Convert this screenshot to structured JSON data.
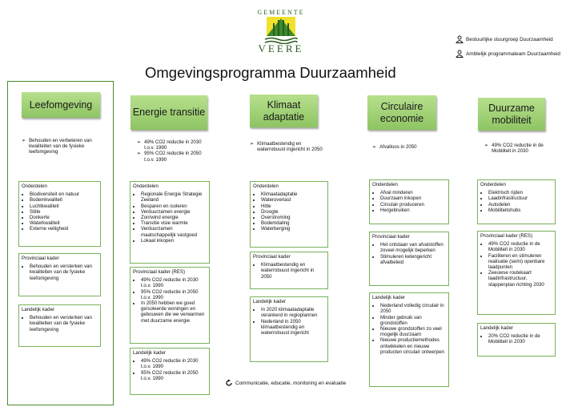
{
  "logo": {
    "top": "GEMEENTE",
    "bottom": "VEERE"
  },
  "title": "Omgevingsprogramma Duurzaamheid",
  "teams": [
    {
      "icon": "person-icon",
      "label": "Bestuurlijke stuurgroep Duurzaamheid"
    },
    {
      "icon": "person-icon",
      "label": "Ambtelijk programmateam Duurzaamheid"
    }
  ],
  "columns": [
    {
      "header": "Leefomgeving",
      "goals": [
        "Behouden en verbeteren van kwaliteiten van de fysieke leefomgeving"
      ],
      "cards": [
        {
          "title": "Onderdelen",
          "items": [
            "Biodiversiteit en natuur",
            "Bodemkwaliteit",
            "Luchtkwaliteit",
            "Stilte",
            "Donkerte",
            "Waterkwaliteit",
            "Externe veiligheid"
          ]
        },
        {
          "title": "Provinciaal kader",
          "items": [
            "Behouden en versterken van kwaliteiten van de fysieke leefomgeving"
          ]
        },
        {
          "title": "Landelijk kader",
          "items": [
            "Behouden en versterken van kwaliteiten van de fysieke leefomgeving"
          ]
        }
      ]
    },
    {
      "header": "Energie transitie",
      "goals": [
        "49% CO2 reductie in 2030 t.o.v. 1990",
        "95% CO2 reductie in 2050 t.o.v. 1990"
      ],
      "cards": [
        {
          "title": "Onderdelen",
          "items": [
            "Regionale Energie Strategie Zeeland",
            "Besparen en isoleren",
            "Verduurzamen energie",
            "Zon/wind energie",
            "Transitie visie warmte",
            "Verduurzamen maatschappelijk vastgoed",
            "Lokaal inkopen"
          ]
        },
        {
          "title": "Provinciaal kader (RES)",
          "items": [
            "49% CO2 reductie in 2030 t.o.v. 1990",
            "95% CO2 reductie in 2050 t.o.v. 1990",
            "In 2050 hebben we goed geïsoleerde woningen en gebouwen die we verwarmen met duurzame energie"
          ]
        },
        {
          "title": "Landelijk kader",
          "items": [
            "49% CO2 reductie in 2030 t.o.v. 1990",
            "95% CO2 reductie in 2050 t.o.v. 1990"
          ]
        }
      ]
    },
    {
      "header": "Klimaat adaptatie",
      "goals": [
        "Klimaatbestendig en waterrobuust ingericht in 2050"
      ],
      "cards": [
        {
          "title": "Onderdelen",
          "items": [
            "Klimaatadaptatie",
            "Wateroverlast",
            "Hitte",
            "Droogte",
            "Overstroming",
            "Bodemdaling",
            "Waterberging"
          ]
        },
        {
          "title": "Provinciaal kader",
          "items": [
            "Klimaatbestendig en waterrobuust ingericht in 2050"
          ]
        },
        {
          "title": "Landelijk kader",
          "items": [
            "In 2020 klimaatadaptatie verankerd in regioplannen",
            "Nederland in 2050 klimaatbestendig en waterrobuust ingericht"
          ]
        }
      ]
    },
    {
      "header": "Circulaire economie",
      "goals": [
        "Afvalloos in 2050"
      ],
      "cards": [
        {
          "title": "Onderdelen",
          "items": [
            "Afval minderen",
            "Duurzaam inkopen",
            "Circulair produceren",
            "Hergebruiken"
          ]
        },
        {
          "title": "Provinciaal kader",
          "items": [
            "Het ontstaan van afvalstoffen zoveel mogelijk beperken",
            "Stimuleren ketengericht afvalbeleid"
          ]
        },
        {
          "title": "Landelijk kader",
          "items": [
            "Nederland volledig circulair in 2050",
            "Minder gebruik van grondstoffen",
            "Nieuwe grondstoffen zo veel mogelijk duurzaam",
            "Nieuwe productiemethodes ontwikkelen en nieuwe producten circulair ontwerpen"
          ]
        }
      ]
    },
    {
      "header": "Duurzame mobiliteit",
      "goals": [
        "49% CO2 reductie in de Mobiliteit in 2030"
      ],
      "cards": [
        {
          "title": "Onderdelen",
          "items": [
            "Elektrisch rijden",
            "Laadinfrastructuur",
            "Autodelen",
            "Mobiliteitshubs"
          ]
        },
        {
          "title": "Provinciaal kader (RES)",
          "items": [
            "49% CO2 reductie in de Mobiliteit in 2030",
            "Faciliteren en stimuleren realisatie (semi) openbare laadpunten",
            "Zeeuwse routekaart laadinfrastructuur, stappenplan richting 2030"
          ]
        },
        {
          "title": "Landelijk kader",
          "items": [
            "20% CO2 reductie in de Mobiliteit in 2030"
          ]
        }
      ]
    }
  ],
  "footer": {
    "icon": "refresh-cycle-icon",
    "label": "Communicatie, educatie, monitoring en evaluatie"
  }
}
